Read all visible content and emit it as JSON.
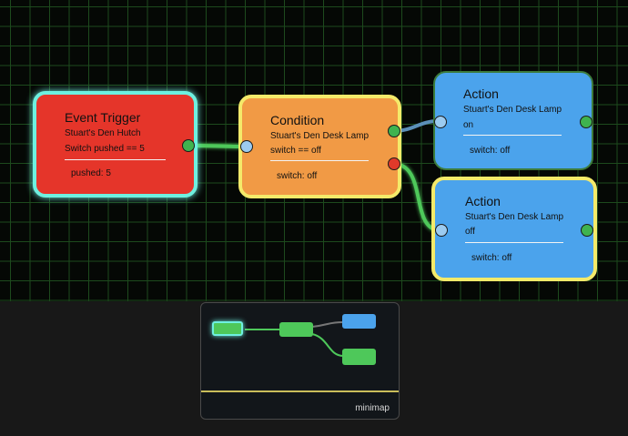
{
  "nodes": {
    "event_trigger": {
      "title": "Event Trigger",
      "device": "Stuart's Den Hutch",
      "condition": "Switch pushed == 5",
      "status": "pushed: 5"
    },
    "condition": {
      "title": "Condition",
      "device": "Stuart's Den Desk Lamp",
      "condition": "switch == off",
      "status": "switch: off"
    },
    "action_on": {
      "title": "Action",
      "device": "Stuart's Den Desk Lamp",
      "command": "on",
      "status": "switch: off"
    },
    "action_off": {
      "title": "Action",
      "device": "Stuart's Den Desk Lamp",
      "command": "off",
      "status": "switch: off"
    }
  },
  "minimap": {
    "label": "minimap"
  },
  "colors": {
    "event_fill": "#e5352a",
    "event_border": "#6ef0e0",
    "condition_fill": "#f19a45",
    "selected_border": "#f4ea6a",
    "action_fill": "#4ba3ec",
    "wire_green": "#4ec85a",
    "wire_blue": "#5b8fb8",
    "grid": "#1d4a1d"
  }
}
